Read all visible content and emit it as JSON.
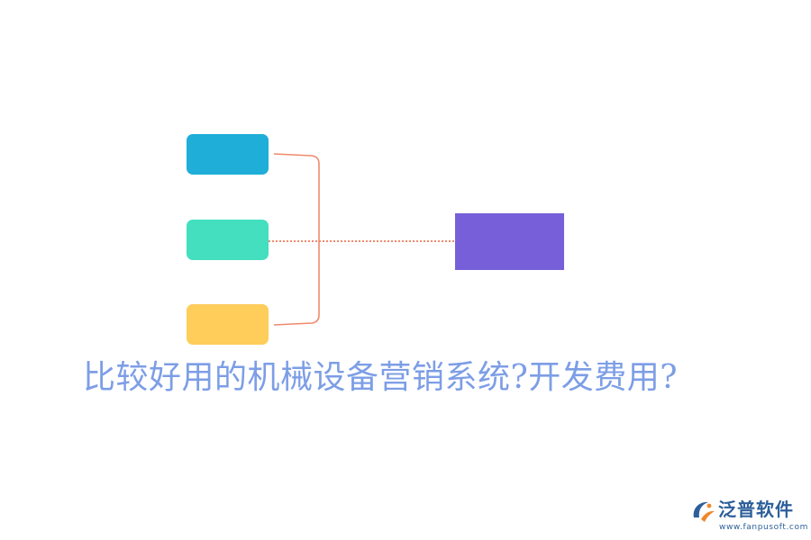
{
  "diagram": {
    "nodes": [
      {
        "id": "node-blue",
        "color": "#1eaed8"
      },
      {
        "id": "node-teal",
        "color": "#44dfbf"
      },
      {
        "id": "node-yellow",
        "color": "#fecd5a"
      },
      {
        "id": "node-purple",
        "color": "#775fd9"
      }
    ],
    "bracket_color": "#f08a6e",
    "dotted_link_color": "#f08a6e"
  },
  "caption": {
    "text": "比较好用的机械设备营销系统?开发费用?",
    "color": "#7d9ee6"
  },
  "logo": {
    "name": "泛普软件",
    "domain": "www.fanpusoft.com",
    "name_color": "#2d5f9a",
    "domain_color": "#2d5f9a",
    "mark_color_primary": "#2d5f9a",
    "mark_color_accent": "#f0872a"
  }
}
